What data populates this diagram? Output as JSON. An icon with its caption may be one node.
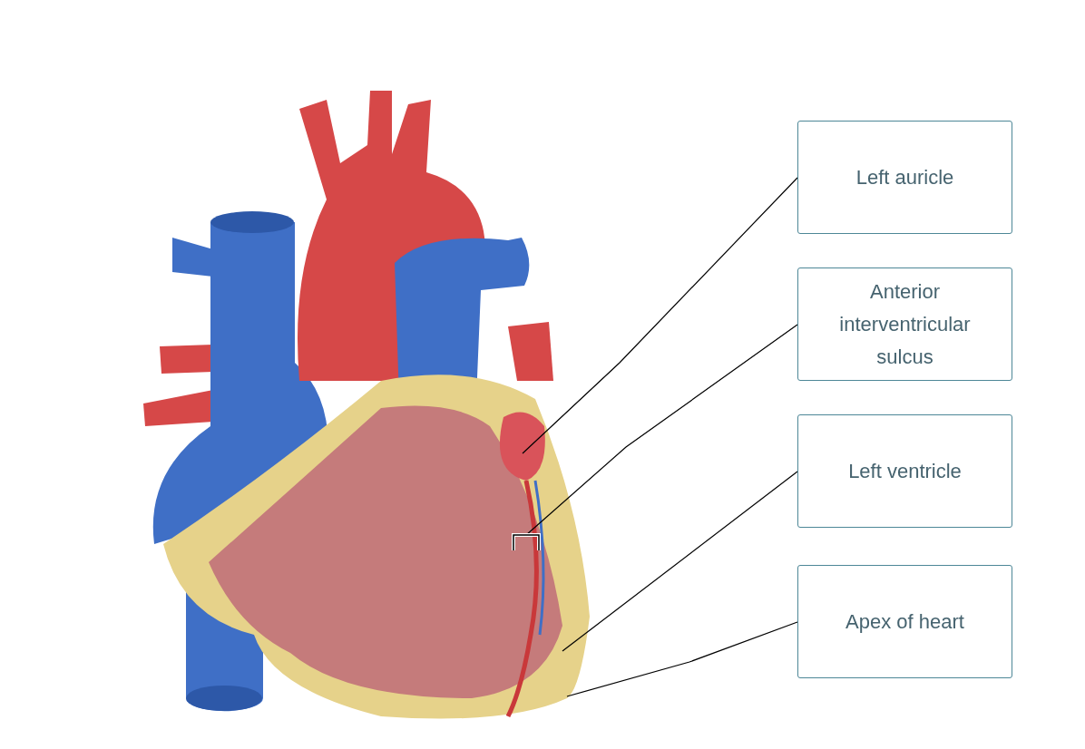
{
  "diagram": {
    "nodes": [
      {
        "text": [
          "Left auricle"
        ]
      },
      {
        "text": [
          "Anterior interventricular sulcus"
        ]
      },
      {
        "text": [
          "Left ventricle"
        ]
      },
      {
        "text": [
          "Apex of heart"
        ]
      },
      {
        "text": [],
        "shape": "bracket"
      }
    ],
    "edges": [
      {
        "from": 0,
        "to": null,
        "arrow": "none"
      },
      {
        "from": 1,
        "to": 4,
        "arrow": "none"
      },
      {
        "from": 2,
        "to": null,
        "arrow": "none"
      },
      {
        "from": 3,
        "to": null,
        "arrow": "none"
      }
    ]
  }
}
